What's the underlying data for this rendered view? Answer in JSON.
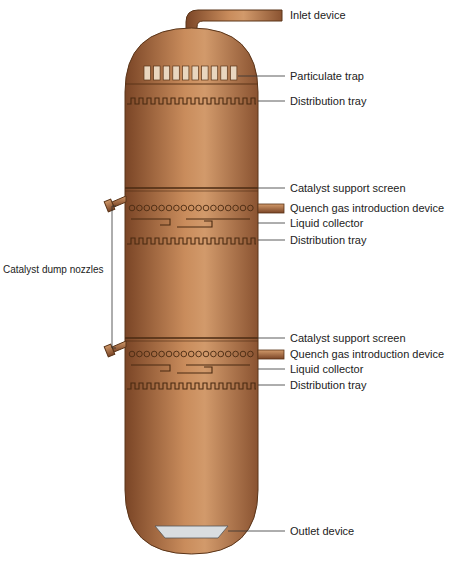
{
  "diagram": {
    "labels": [
      "Inlet device",
      "Particulate trap",
      "Distribution tray",
      "Catalyst support screen",
      "Quench gas introduction device",
      "Liquid collector",
      "Distribution tray",
      "Catalyst dump nozzles",
      "Catalyst support screen",
      "Quench gas introduction device",
      "Liquid collector",
      "Distribution tray",
      "Outlet device"
    ]
  }
}
